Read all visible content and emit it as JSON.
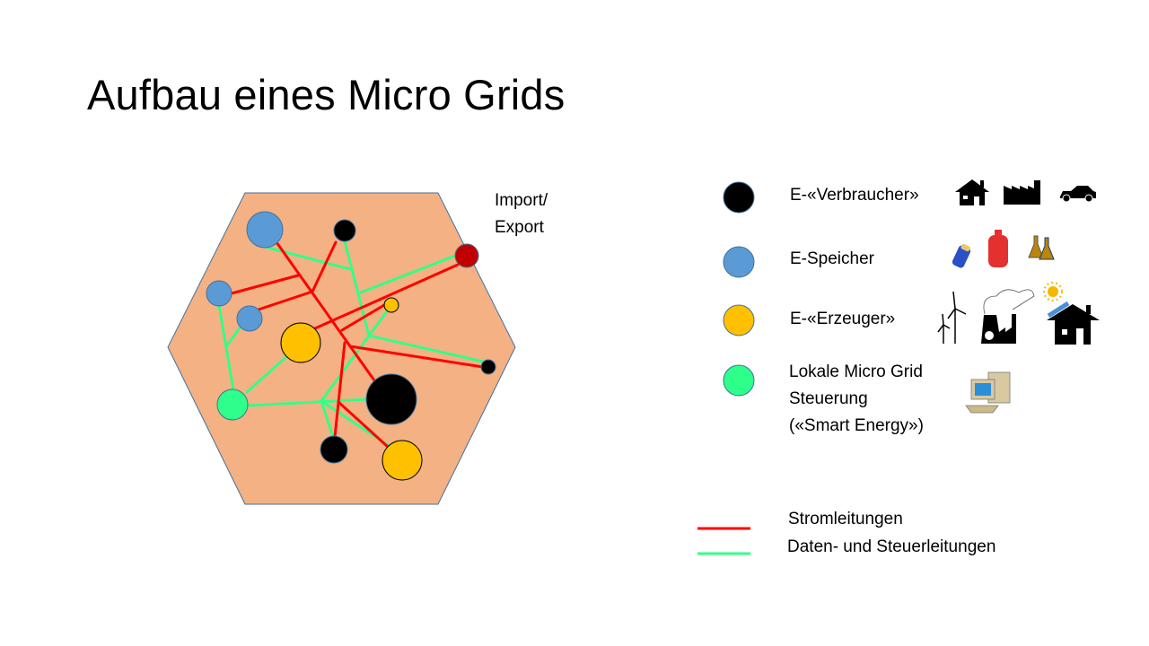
{
  "slide": {
    "title": "Aufbau eines Micro Grids",
    "import_export_label_line1": "Import/",
    "import_export_label_line2": "Export"
  },
  "legend": {
    "nodes": [
      {
        "label": "E-«Verbraucher»",
        "color": "#000000",
        "icons": [
          "house-icon",
          "factory-icon",
          "car-icon"
        ]
      },
      {
        "label": "E-Speicher",
        "color": "#5B9BD5",
        "icons": [
          "battery-icon",
          "gas-cylinder-icon",
          "flasks-icon"
        ]
      },
      {
        "label": "E-«Erzeuger»",
        "color": "#FFC000",
        "icons": [
          "wind-turbine-icon",
          "power-plant-icon",
          "solar-house-icon"
        ]
      },
      {
        "label_lines": [
          "Lokale Micro Grid",
          "Steuerung",
          "(«Smart Energy»)"
        ],
        "color": "#2EFF8A",
        "icons": [
          "computer-icon"
        ]
      }
    ],
    "lines": [
      {
        "label": "Stromleitungen",
        "color": "#FF0000"
      },
      {
        "label": "Daten- und Steuerleitungen",
        "color": "#33FF88"
      }
    ]
  },
  "colors": {
    "hexagon_fill": "#F4B183",
    "hexagon_stroke": "#41719C",
    "import_export_node": "#C00000"
  }
}
